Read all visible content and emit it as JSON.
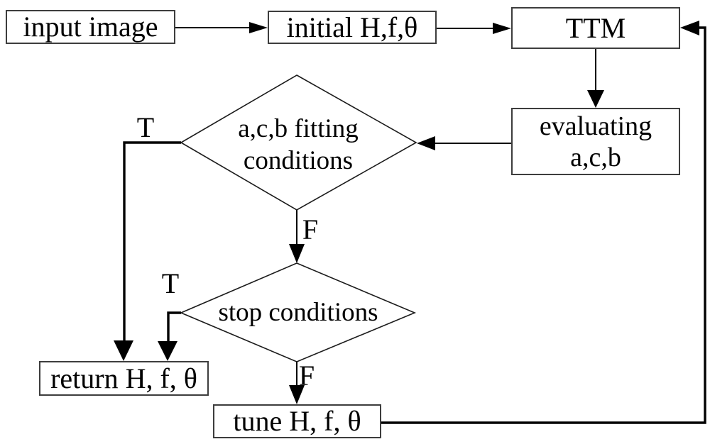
{
  "diagram": {
    "background_color": "#ffffff",
    "line_color": "#000000",
    "box_border_color": "#3d3d3d",
    "nodes": {
      "input_image": {
        "label": "input image"
      },
      "initial_params": {
        "label": "initial H,f,θ"
      },
      "ttm": {
        "label": "TTM"
      },
      "evaluating": {
        "line1": "evaluating",
        "line2": "a,c,b"
      },
      "fitting_decision": {
        "line1": "a,c,b fitting",
        "line2": "conditions"
      },
      "stop_decision": {
        "label": "stop conditions"
      },
      "return_params": {
        "label": "return H, f, θ"
      },
      "tune_params": {
        "label": "tune H, f, θ"
      }
    },
    "branch_labels": {
      "fitting_true": "T",
      "fitting_false": "F",
      "stop_true": "T",
      "stop_false": "F"
    }
  }
}
